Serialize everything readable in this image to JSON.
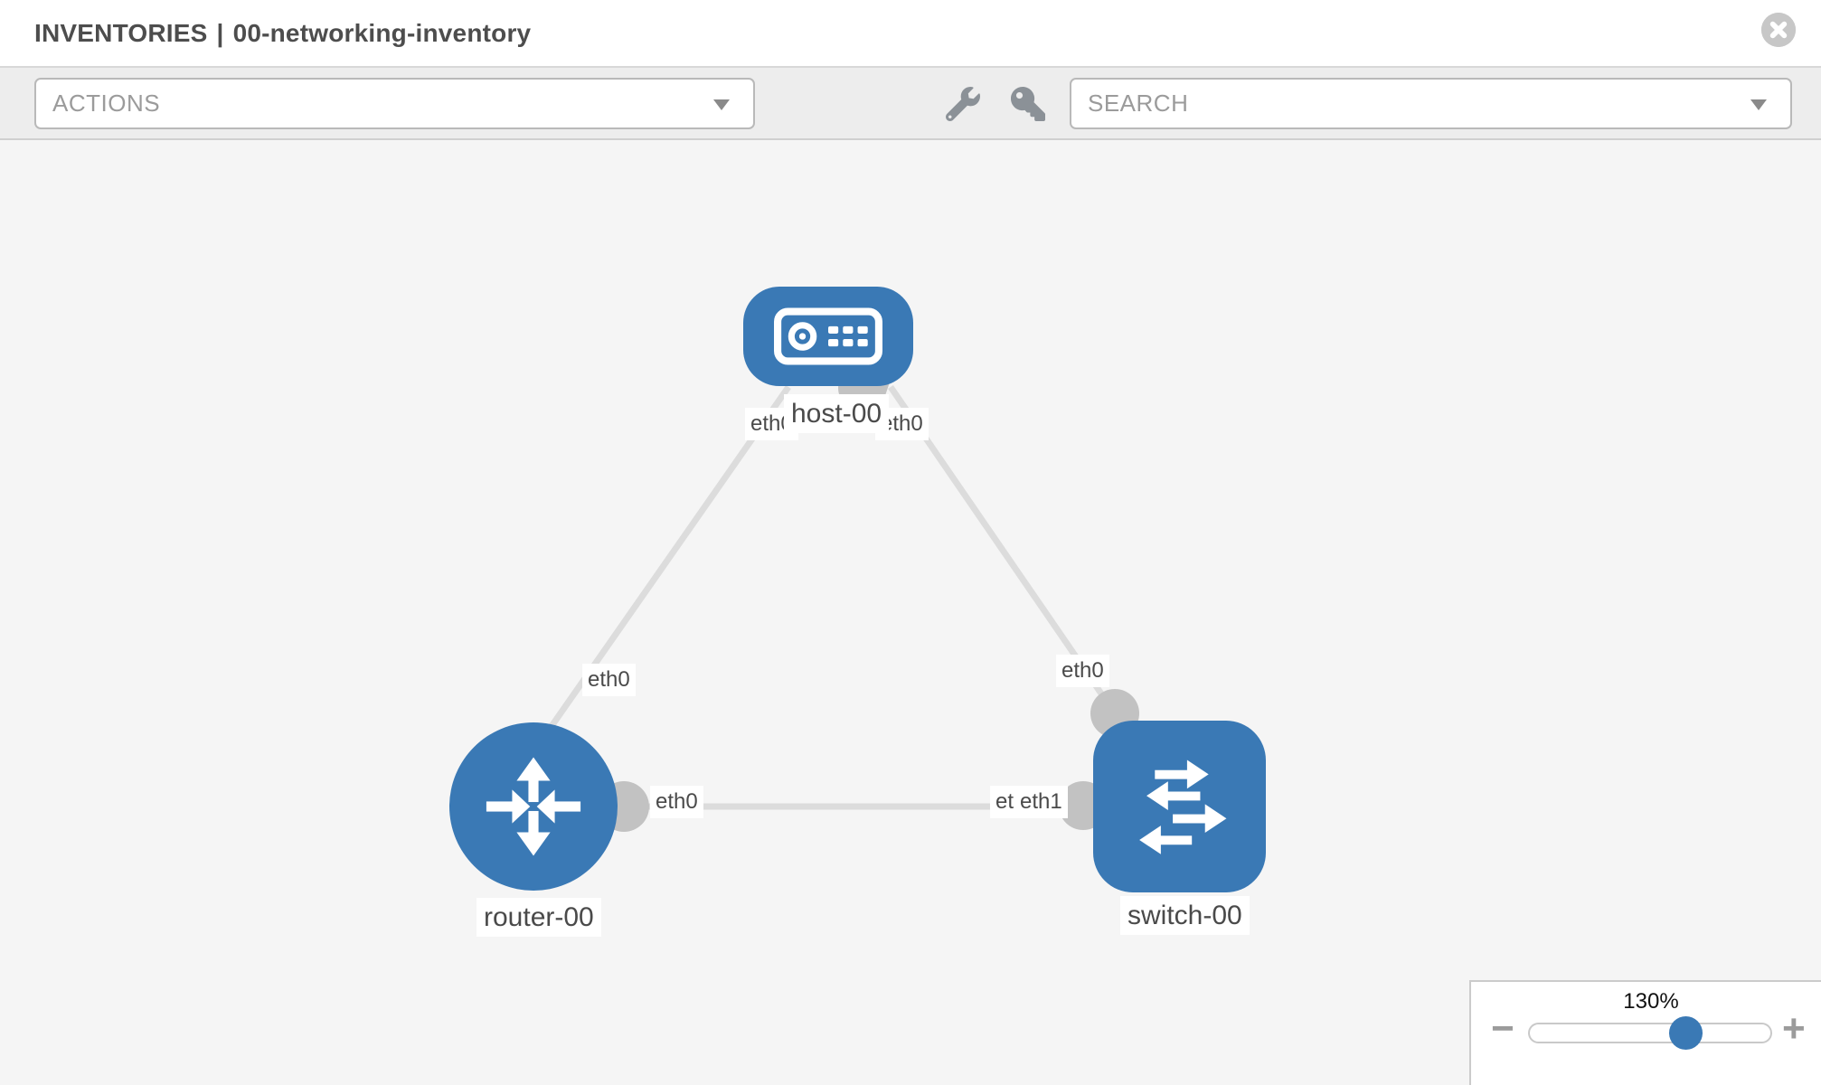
{
  "header": {
    "section": "INVENTORIES",
    "separator": "|",
    "name": "00-networking-inventory",
    "close_icon": "times-circle-icon"
  },
  "toolbar": {
    "actions_label": "ACTIONS",
    "search_label": "SEARCH",
    "icons": [
      "wrench-icon",
      "key-icon"
    ]
  },
  "topology": {
    "nodes": [
      {
        "name": "host-00",
        "type": "host",
        "icon": "server-icon",
        "shape": "rounded-rect"
      },
      {
        "name": "router-00",
        "type": "router",
        "icon": "router-arrows-icon",
        "shape": "circle"
      },
      {
        "name": "switch-00",
        "type": "switch",
        "icon": "switch-arrows-icon",
        "shape": "rounded-square"
      }
    ],
    "links": [
      {
        "from": "host-00",
        "from_interface": "eth0",
        "to": "router-00",
        "to_interface": "eth0"
      },
      {
        "from": "host-00",
        "from_interface": "eth0",
        "to": "switch-00",
        "to_interface": "eth0"
      },
      {
        "from": "router-00",
        "from_interface": "eth0",
        "to": "switch-00",
        "to_interface": "eth1",
        "to_interface_overlapped": "eth0"
      }
    ]
  },
  "zoom_control": {
    "level": "130%",
    "minus_glyph": "−",
    "plus_glyph": "+",
    "icons": [
      "minus-icon",
      "plus-icon"
    ]
  },
  "colors": {
    "node_blue": "#3a79b5",
    "port_gray": "#c2c2c2",
    "link_gray": "#dcdcdc",
    "canvas_bg": "#f5f5f5",
    "toolbar_bg": "#ededed",
    "label_text": "#4a4a4a"
  }
}
